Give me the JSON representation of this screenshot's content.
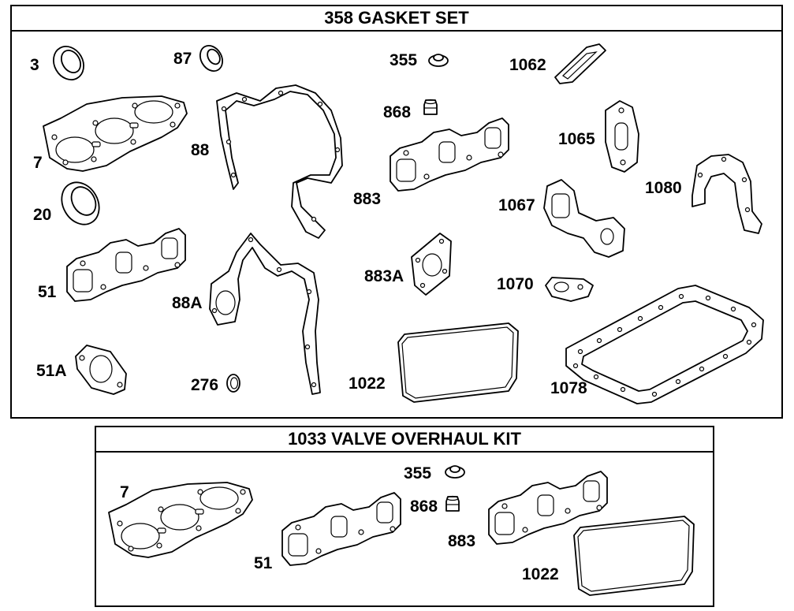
{
  "panels": [
    {
      "title": "358 GASKET SET",
      "labels": [
        "3",
        "87",
        "355",
        "1062",
        "7",
        "868",
        "88",
        "1065",
        "20",
        "883",
        "1080",
        "1067",
        "51",
        "883A",
        "88A",
        "1070",
        "51A",
        "276",
        "1022",
        "1078"
      ]
    },
    {
      "title": "1033 VALVE OVERHAUL KIT",
      "labels": [
        "7",
        "355",
        "868",
        "51",
        "883",
        "1022"
      ]
    }
  ]
}
